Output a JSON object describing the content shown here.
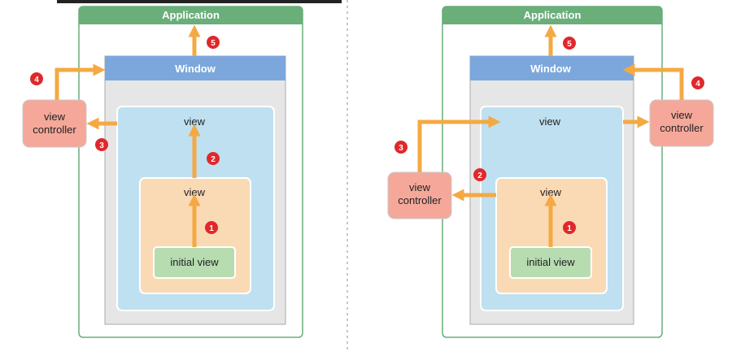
{
  "colors": {
    "app_border": "#6aae7a",
    "app_header": "#6aae7a",
    "window_bar": "#7ba7dc",
    "window_body": "#e6e6e6",
    "view_outer": "#bfe0f0",
    "view_inner": "#fad9b5",
    "initial_view": "#b6dcb0",
    "view_controller": "#f5a89a",
    "arrow": "#f4a942",
    "badge": "#e0282b",
    "divider": "#c8c8c8"
  },
  "left": {
    "app_title": "Application",
    "window_title": "Window",
    "outer_view_label": "view",
    "inner_view_label": "view",
    "initial_view_label": "initial view",
    "vc_line1": "view",
    "vc_line2": "controller",
    "steps": [
      "1",
      "2",
      "3",
      "4",
      "5"
    ]
  },
  "right": {
    "app_title": "Application",
    "window_title": "Window",
    "outer_view_label": "view",
    "inner_view_label": "view",
    "initial_view_label": "initial view",
    "vc_top_line1": "view",
    "vc_top_line2": "controller",
    "vc_bottom_line1": "view",
    "vc_bottom_line2": "controller",
    "steps": [
      "1",
      "2",
      "3",
      "4",
      "5"
    ]
  }
}
